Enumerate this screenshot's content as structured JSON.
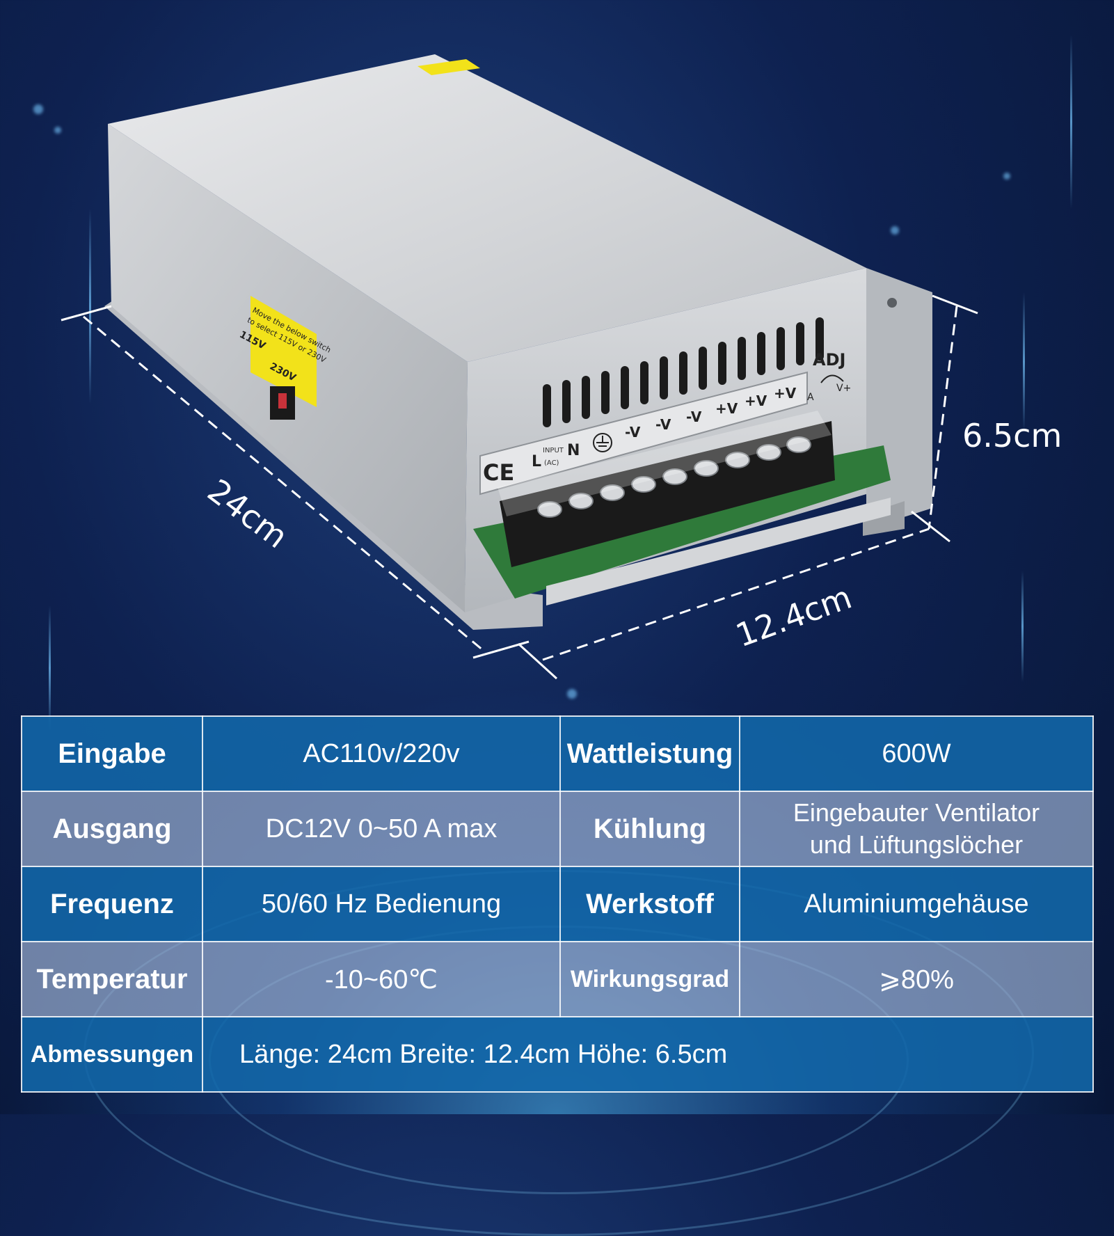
{
  "product": {
    "panel_text": {
      "adj": "ADJ",
      "adj_a": "A",
      "adj_v": "V+",
      "input_l": "L",
      "input_n": "N",
      "input": "INPUT",
      "input_ac": "(AC)",
      "terminals": [
        "-V",
        "-V",
        "-V",
        "+V",
        "+V",
        "+V"
      ],
      "ce_mark": "CE"
    },
    "switch_label": {
      "line1": "Move the below switch",
      "line2": "to select 115V or 230V",
      "v115": "115V",
      "v230": "230V"
    }
  },
  "dimensions": {
    "length": "24cm",
    "width": "12.4cm",
    "height": "6.5cm"
  },
  "specs": {
    "rows": [
      {
        "k1": "Eingabe",
        "v1": "AC110v/220v",
        "k2": "Wattleistung",
        "v2": "600W"
      },
      {
        "k1": "Ausgang",
        "v1": "DC12V 0~50 A max",
        "k2": "Kühlung",
        "v2_line1": "Eingebauter Ventilator",
        "v2_line2": "und Lüftungslöcher"
      },
      {
        "k1": "Frequenz",
        "v1": "50/60 Hz Bedienung",
        "k2": "Werkstoff",
        "v2": "Aluminiumgehäuse"
      },
      {
        "k1": "Temperatur",
        "v1": "-10~60℃",
        "k2": "Wirkungsgrad",
        "v2": "⩾80%"
      },
      {
        "k1": "Abmessungen",
        "v1": "Länge: 24cm Breite: 12.4cm Höhe: 6.5cm"
      }
    ]
  },
  "colors": {
    "background": "#0e2150",
    "table_dark_row": "#1268aa",
    "table_light_row": "#96aacd",
    "housing": "#c9ccd0",
    "label_yellow": "#f2e21a",
    "terminal_block": "#1a1a1a",
    "pcb_green": "#2f7a3a"
  }
}
